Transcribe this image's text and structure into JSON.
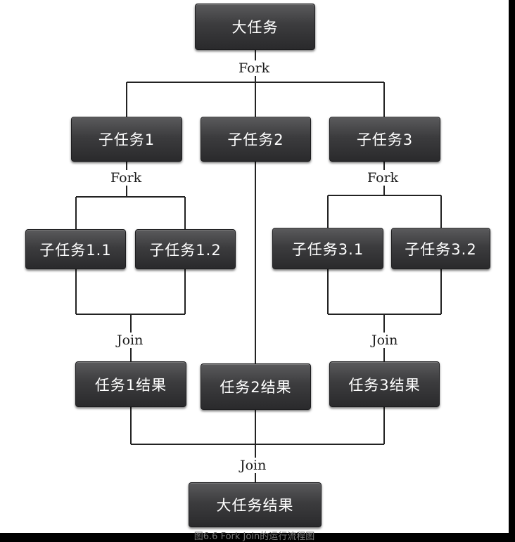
{
  "nodes": {
    "root": "大任务",
    "sub1": "子任务1",
    "sub2": "子任务2",
    "sub3": "子任务3",
    "sub1_1": "子任务1.1",
    "sub1_2": "子任务1.2",
    "sub3_1": "子任务3.1",
    "sub3_2": "子任务3.2",
    "res1": "任务1结果",
    "res2": "任务2结果",
    "res3": "任务3结果",
    "final": "大任务结果"
  },
  "labels": {
    "fork": "Fork",
    "join": "Join"
  },
  "caption": "图6.6 Fork Join的运行流程图"
}
